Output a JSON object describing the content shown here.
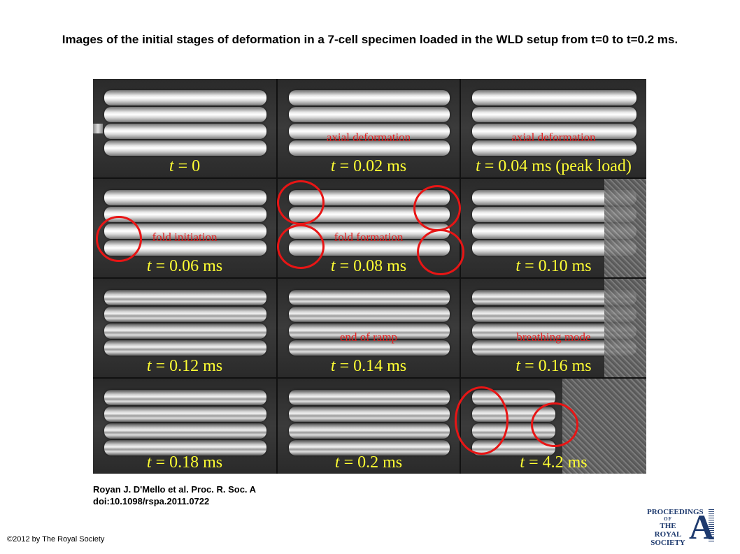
{
  "title": "Images of the initial stages of deformation in a 7-cell specimen loaded in the WLD setup from t=0 to t=0.2 ms.",
  "panels": [
    {
      "event": "",
      "t_prefix": "t",
      "t_value": " = 0"
    },
    {
      "event": "axial deformation",
      "t_prefix": "t",
      "t_value": " = 0.02 ms"
    },
    {
      "event": "axial deformation",
      "t_prefix": "t",
      "t_value": " = 0.04 ms (peak load)"
    },
    {
      "event": "fold initiation",
      "t_prefix": "t",
      "t_value": " = 0.06 ms"
    },
    {
      "event": "fold formation",
      "t_prefix": "t",
      "t_value": " = 0.08 ms"
    },
    {
      "event": "",
      "t_prefix": "t",
      "t_value": " = 0.10 ms"
    },
    {
      "event": "",
      "t_prefix": "t",
      "t_value": " = 0.12 ms"
    },
    {
      "event": "end of ramp",
      "t_prefix": "t",
      "t_value": " = 0.14 ms"
    },
    {
      "event": "breathing mode",
      "t_prefix": "t",
      "t_value": " = 0.16 ms"
    },
    {
      "event": "",
      "t_prefix": "t",
      "t_value": " = 0.18 ms"
    },
    {
      "event": "",
      "t_prefix": "t",
      "t_value": " = 0.2 ms"
    },
    {
      "event": "",
      "t_prefix": "t",
      "t_value": " = 4.2 ms"
    }
  ],
  "credit": {
    "line1": "Royan J. D'Mello et al. Proc. R. Soc. A",
    "line2": "doi:10.1098/rspa.2011.0722"
  },
  "copyright": "©2012 by The Royal Society",
  "logo": {
    "line1": "PROCEEDINGS",
    "line2": "OF",
    "line3": "THE ROYAL",
    "line4": "SOCIETY",
    "letter": "A"
  },
  "colors": {
    "annotation": "#e02020",
    "time_label": "#ffff33",
    "logo": "#1e3a6e"
  }
}
